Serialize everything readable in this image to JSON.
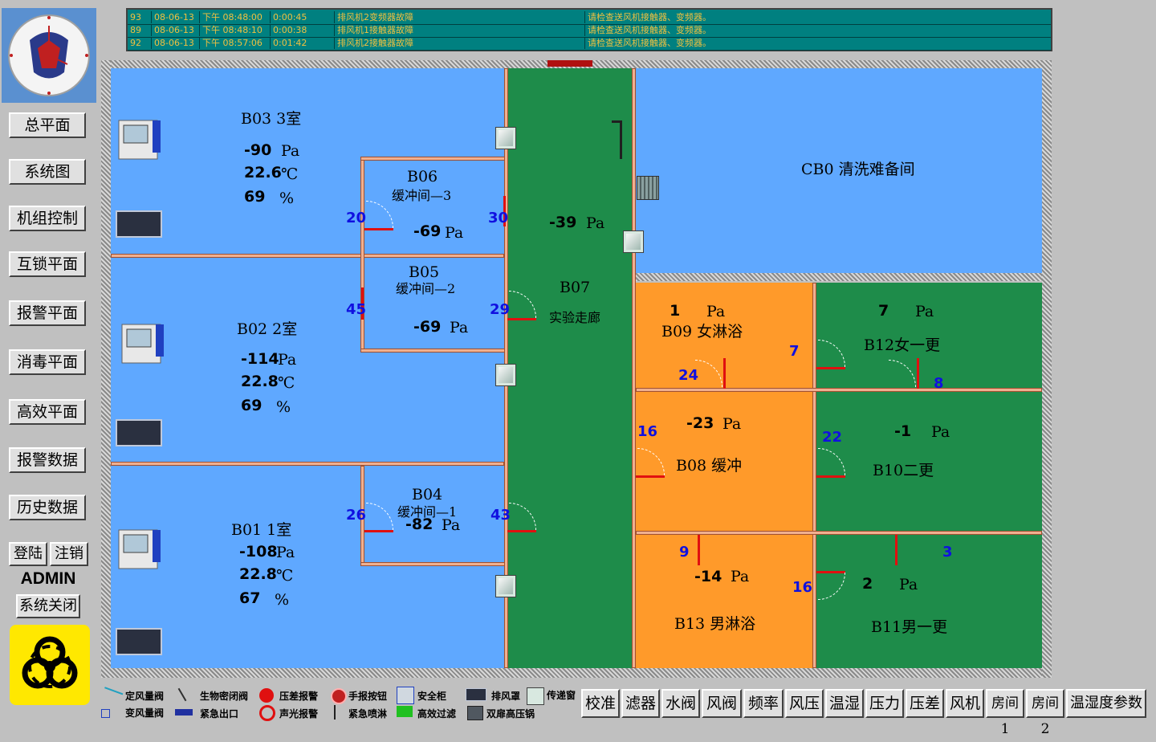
{
  "alarms": [
    {
      "id": "93",
      "date": "08-06-13",
      "time": "下午 08:48:00",
      "dur": "0:00:45",
      "event": "排风机2变频器故障",
      "advice": "请检查送风机接触器、变频器。"
    },
    {
      "id": "89",
      "date": "08-06-13",
      "time": "下午 08:48:10",
      "dur": "0:00:38",
      "event": "排风机1接触器故障",
      "advice": "请检查送风机接触器、变频器。"
    },
    {
      "id": "92",
      "date": "08-06-13",
      "time": "下午 08:57:06",
      "dur": "0:01:42",
      "event": "排风机2接触器故障",
      "advice": "请检查送风机接触器、变频器。"
    }
  ],
  "nav": [
    "总平面",
    "系统图",
    "机组控制",
    "互锁平面",
    "报警平面",
    "消毒平面",
    "高效平面",
    "报警数据",
    "历史数据"
  ],
  "login": {
    "login": "登陆",
    "logout": "注销",
    "user": "ADMIN",
    "shutdown": "系统关闭"
  },
  "rooms": {
    "b03": {
      "name": "B03  3室",
      "pressure": "-90",
      "p_unit": "Pa",
      "temp": "22.6",
      "t_unit": "℃",
      "hum": "69",
      "h_unit": "%"
    },
    "b02": {
      "name": "B02  2室",
      "pressure": "-114",
      "p_unit": "Pa",
      "temp": "22.8",
      "t_unit": "℃",
      "hum": "69",
      "h_unit": "%"
    },
    "b01": {
      "name": "B01  1室",
      "pressure": "-108",
      "p_unit": "Pa",
      "temp": "22.8",
      "t_unit": "℃",
      "hum": "67",
      "h_unit": "%"
    },
    "b06": {
      "name": "B06",
      "sub": "缓冲间—3",
      "pressure": "-69",
      "p_unit": "Pa"
    },
    "b05": {
      "name": "B05",
      "sub": "缓冲间—2",
      "pressure": "-69",
      "p_unit": "Pa"
    },
    "b04": {
      "name": "B04",
      "sub": "缓冲间—1",
      "pressure": "-82",
      "p_unit": "Pa"
    },
    "b07": {
      "name": "B07",
      "sub": "实验走廊",
      "pressure": "-39",
      "p_unit": "Pa"
    },
    "cb0": {
      "name": "CB0  清洗难备间"
    },
    "b09": {
      "name": "B09   女淋浴",
      "pressure": "1",
      "p_unit": "Pa"
    },
    "b12": {
      "name": "B12女一更",
      "pressure": "7",
      "p_unit": "Pa"
    },
    "b08": {
      "name": "B08   缓冲",
      "pressure": "-23",
      "p_unit": "Pa"
    },
    "b10": {
      "name": "B10二更",
      "pressure": "-1",
      "p_unit": "Pa"
    },
    "b13": {
      "name": "B13   男淋浴",
      "pressure": "-14",
      "p_unit": "Pa"
    },
    "b11": {
      "name": "B11男一更",
      "pressure": "2",
      "p_unit": "Pa"
    }
  },
  "doors": {
    "d20": "20",
    "d30": "30",
    "d45": "45",
    "d29": "29",
    "d26": "26",
    "d43": "43",
    "d7": "7",
    "d24": "24",
    "d8": "8",
    "d16a": "16",
    "d22": "22",
    "d9": "9",
    "d3": "3",
    "d16b": "16"
  },
  "legend": {
    "l1": "定风量阀",
    "l2": "变风量阀",
    "l3": "生物密闭阀",
    "l4": "紧急出口",
    "l5": "压差报警",
    "l6": "声光报警",
    "l7": "手报按钮",
    "l8": "紧急喷淋",
    "l9": "安全柜",
    "l10": "高效过滤",
    "l11": "排风罩",
    "l12": "双扉高压锅",
    "l13": "传递窗"
  },
  "bottom_buttons": [
    "校准",
    "滤器",
    "水阀",
    "风阀",
    "频率",
    "风压",
    "温湿",
    "压力",
    "压差",
    "风机",
    "房间1",
    "房间2",
    "温湿度参数"
  ]
}
